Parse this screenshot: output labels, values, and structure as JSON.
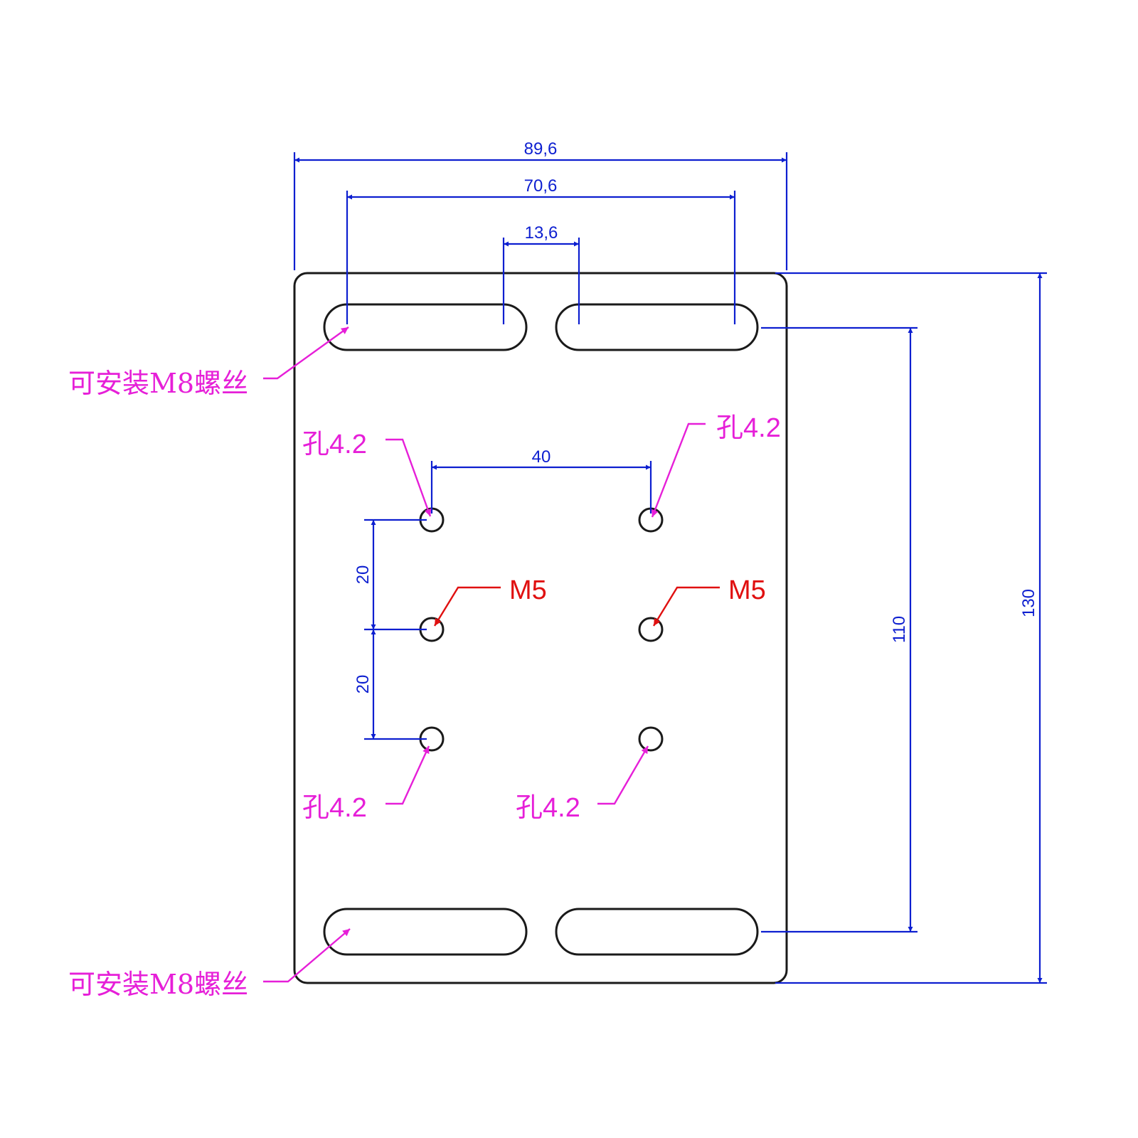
{
  "dimensions": {
    "overall_width": "89,6",
    "slot_span": "70,6",
    "slot_gap": "13,6",
    "hole_pitch_x": "40",
    "hole_pitch_y_upper": "20",
    "hole_pitch_y_lower": "20",
    "slot_pitch_y": "110",
    "overall_height": "130"
  },
  "labels": {
    "slot_top": "可安装M8螺丝",
    "slot_bottom": "可安装M8螺丝",
    "hole_top_left": "孔4.2",
    "hole_top_right": "孔4.2",
    "hole_bottom_left": "孔4.2",
    "hole_bottom_right": "孔4.2",
    "thread_left": "M5",
    "thread_right": "M5"
  },
  "colors": {
    "outline": "#1a1a1a",
    "dimension": "#0d1fd0",
    "hole_callout": "#e61fd8",
    "thread_callout": "#e01010"
  }
}
